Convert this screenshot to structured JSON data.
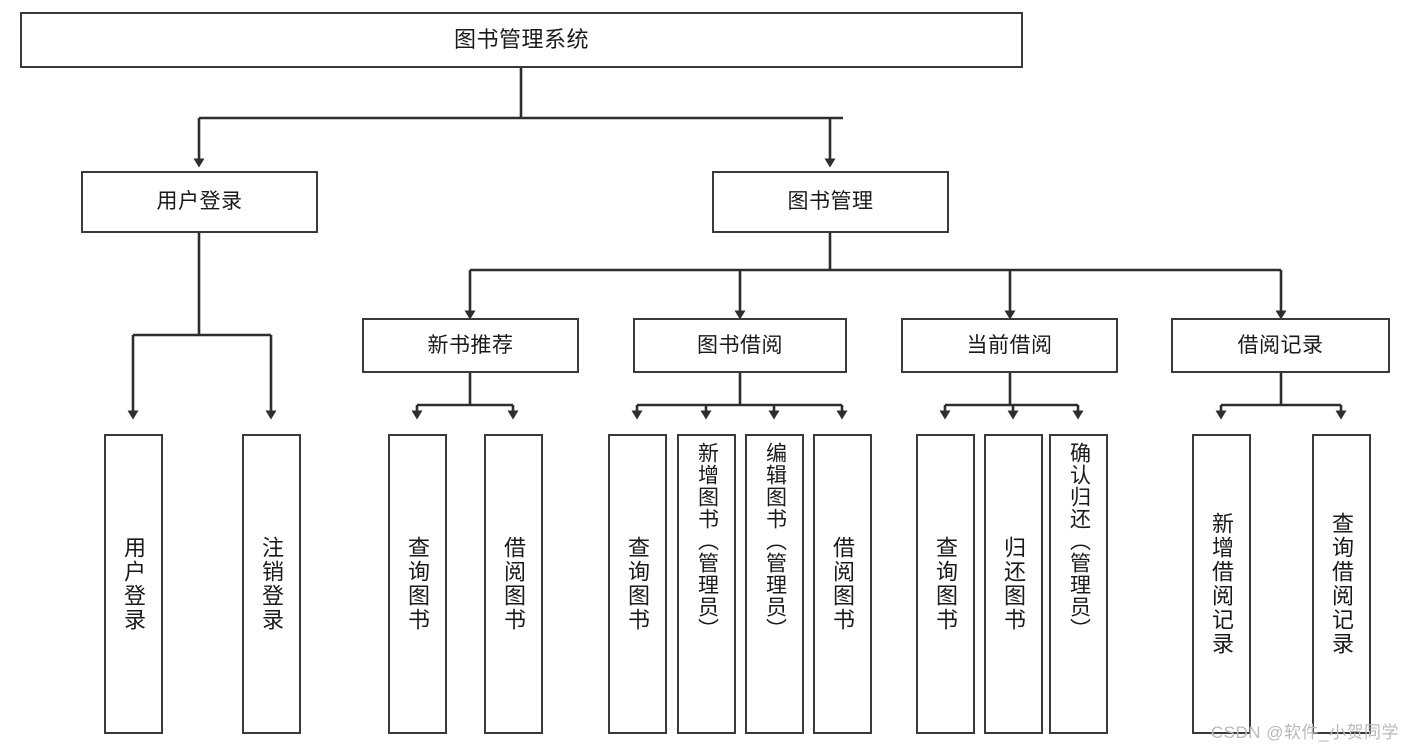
{
  "diagram": {
    "title": "图书管理系统",
    "type": "tree",
    "watermark": "CSDN @软件_小贺同学",
    "levels": {
      "root": "图书管理系统",
      "level2": [
        "用户登录",
        "图书管理"
      ],
      "level3": [
        "新书推荐",
        "图书借阅",
        "当前借阅",
        "借阅记录"
      ]
    },
    "nodes": {
      "root": {
        "label": "图书管理系统"
      },
      "user_login": {
        "label": "用户登录"
      },
      "book_manage": {
        "label": "图书管理"
      },
      "new_book_rec": {
        "label": "新书推荐"
      },
      "book_borrow": {
        "label": "图书借阅"
      },
      "current_borrow": {
        "label": "当前借阅"
      },
      "borrow_record": {
        "label": "借阅记录"
      },
      "leaf_user_login": {
        "label": "用户登录"
      },
      "leaf_logout": {
        "label": "注销登录"
      },
      "leaf_query_book_1": {
        "label": "查询图书"
      },
      "leaf_borrow_book_1": {
        "label": "借阅图书"
      },
      "leaf_query_book_2": {
        "label": "查询图书"
      },
      "leaf_add_book": {
        "label": "新增图书（管理员）"
      },
      "leaf_edit_book": {
        "label": "编辑图书（管理员）"
      },
      "leaf_borrow_book_2": {
        "label": "借阅图书"
      },
      "leaf_query_book_3": {
        "label": "查询图书"
      },
      "leaf_return_book": {
        "label": "归还图书"
      },
      "leaf_confirm_return": {
        "label": "确认归还（管理员）"
      },
      "leaf_add_record": {
        "label": "新增借阅记录"
      },
      "leaf_query_record": {
        "label": "查询借阅记录"
      }
    },
    "colors": {
      "stroke": "#3a3a3a",
      "fill": "#ffffff",
      "text": "#1a1a1a",
      "watermark": "#b9b9b9"
    }
  }
}
